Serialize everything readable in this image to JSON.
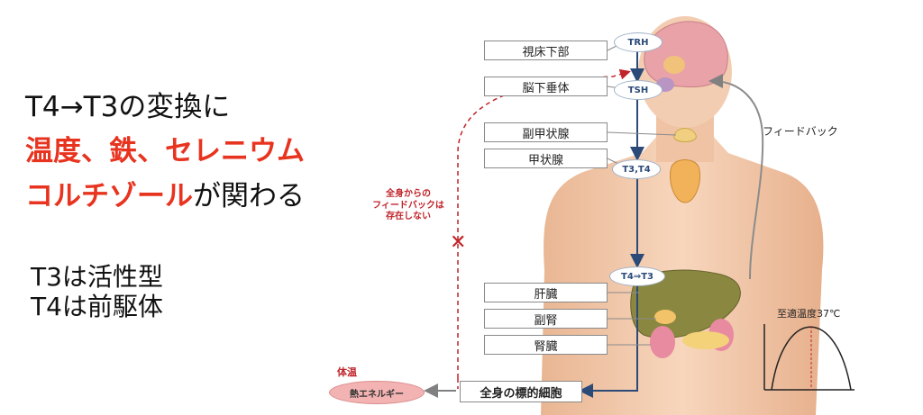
{
  "headline": {
    "line1": "T4→T3の変換に",
    "line2": "温度、鉄、セレニウム",
    "line3_red": "コルチゾール",
    "line3_black": "が関わる"
  },
  "subtext": {
    "line1": "T3は活性型",
    "line2": "T4は前駆体"
  },
  "diagram": {
    "organs_upper": [
      "視床下部",
      "脳下垂体",
      "副甲状腺",
      "甲状腺"
    ],
    "organs_lower": [
      "肝臓",
      "副腎",
      "腎臓"
    ],
    "hormones": [
      "TRH",
      "TSH",
      "T3,T4",
      "T4⇒T3"
    ],
    "feedback_label": "フィードバック",
    "no_feedback_note": [
      "全身からの",
      "フィードバックは",
      "存在しない"
    ],
    "cross_mark": "✕",
    "target_cells": "全身の標的細胞",
    "body_temp_label": "体温",
    "heat_energy": "熱エネルギー",
    "optimal_temp": "至適温度37℃"
  },
  "colors": {
    "accent_red": "#e8331f",
    "arrow_blue": "#2c4a78",
    "dashed_red": "#c0242a",
    "skin": "#f4c9a8"
  }
}
